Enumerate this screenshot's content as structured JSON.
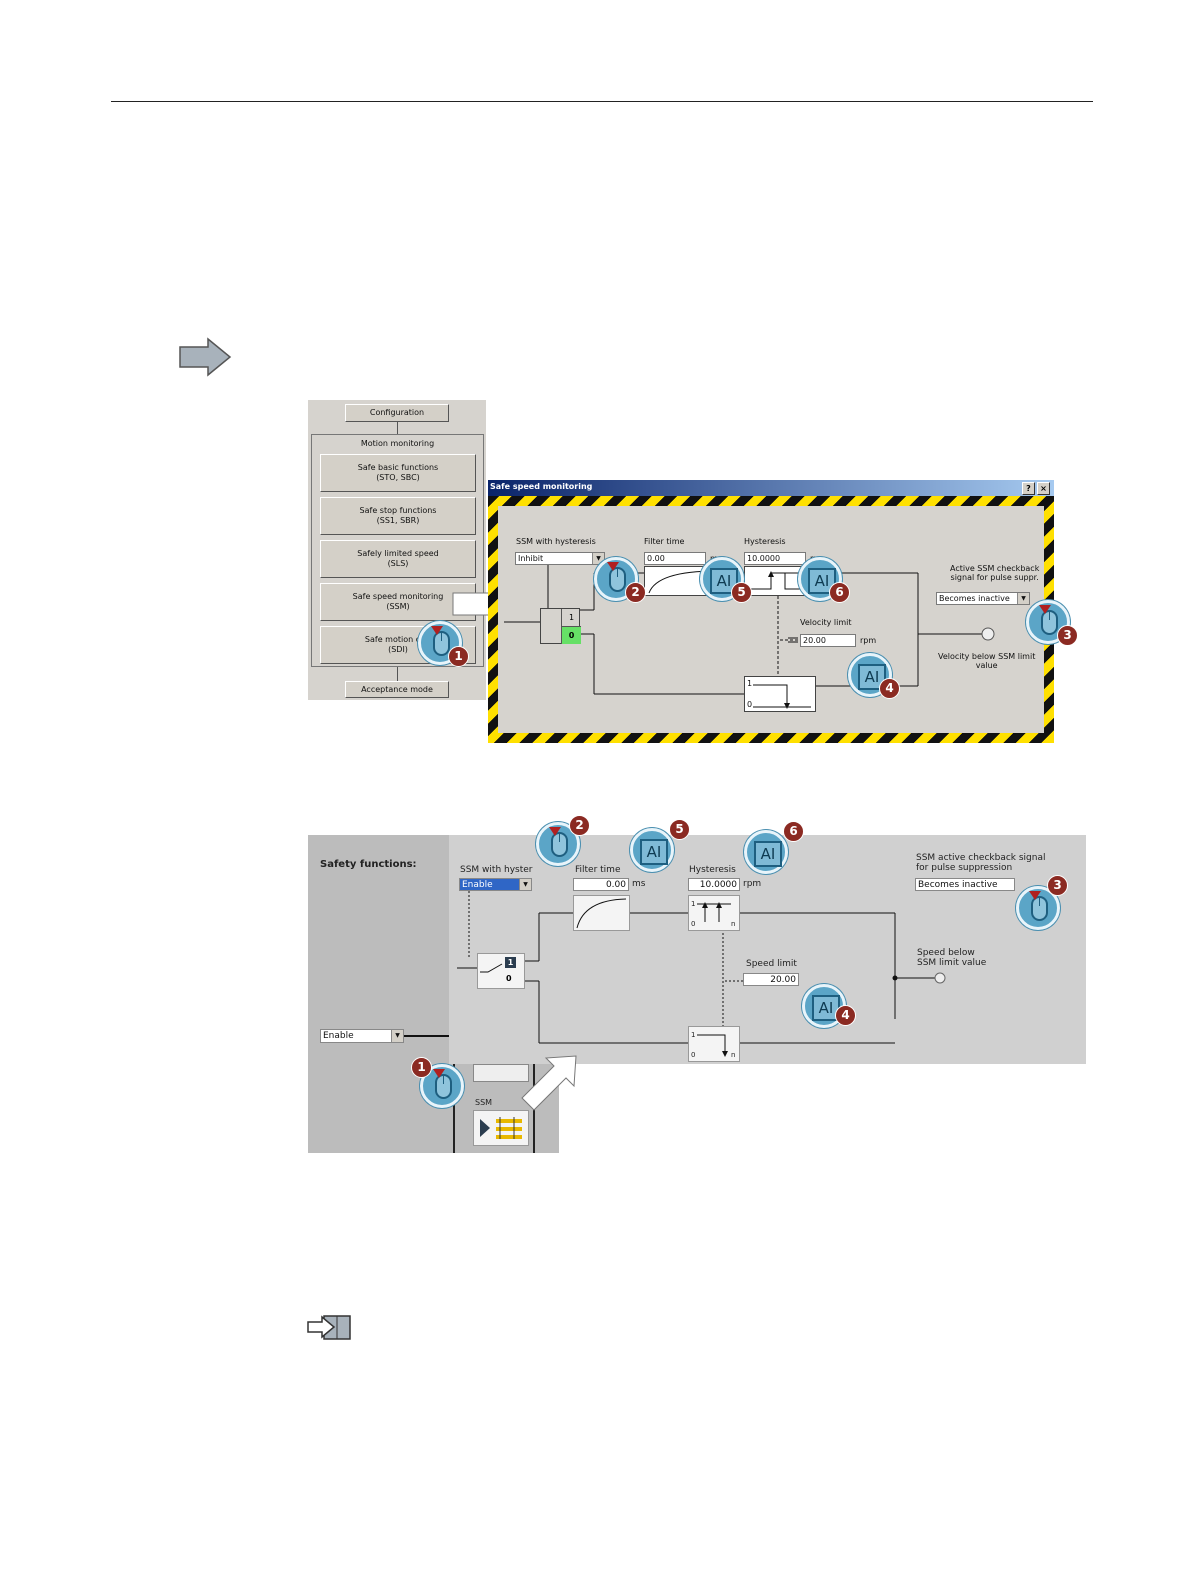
{
  "shot1": {
    "nav": {
      "configuration": "Configuration",
      "group_title": "Motion monitoring",
      "btn_basic_line1": "Safe basic functions",
      "btn_basic_line2": "(STO, SBC)",
      "btn_stop_line1": "Safe stop functions",
      "btn_stop_line2": "(SS1, SBR)",
      "btn_sls_line1": "Safely limited speed",
      "btn_sls_line2": "(SLS)",
      "btn_ssm_line1": "Safe speed monitoring",
      "btn_ssm_line2": "(SSM)",
      "btn_sdi_line1": "Safe motion dire",
      "btn_sdi_line2": "(SDI)",
      "acceptance": "Acceptance mode"
    },
    "dialog": {
      "title": "Safe speed monitoring",
      "help": "?",
      "close": "×",
      "ssm_hysteresis_label": "SSM with hysteresis",
      "ssm_hysteresis_value": "Inhibit",
      "filter_time_label": "Filter time",
      "filter_time_value": "0.00",
      "filter_time_unit": "ms",
      "hysteresis_label": "Hysteresis",
      "hysteresis_value": "10.0000",
      "hysteresis_unit": "rpm",
      "checkback_label_line1": "Active SSM checkback",
      "checkback_label_line2": "signal for pulse suppr.",
      "checkback_value": "Becomes inactive",
      "velocity_limit_label": "Velocity limit",
      "velocity_limit_value": "20.00",
      "velocity_limit_unit": "rpm",
      "below_label_line1": "Velocity below SSM limit",
      "below_label_line2": "value",
      "switch_1": "1",
      "switch_0": "0",
      "block_1": "1",
      "block_0": "0"
    },
    "callouts": {
      "c1": "1",
      "c2": "2",
      "c3": "3",
      "c4": "4",
      "c5": "5",
      "c6": "6"
    }
  },
  "shot2": {
    "safety_functions": "Safety functions:",
    "ssm_hysteresis_label": "SSM with hyster",
    "ssm_hysteresis_value": "Enable",
    "filter_time_label": "Filter time",
    "filter_time_value": "0.00",
    "filter_time_unit": "ms",
    "hysteresis_label": "Hysteresis",
    "hysteresis_value": "10.0000",
    "hysteresis_unit": "rpm",
    "checkback_label_line1": "SSM active checkback signal",
    "checkback_label_line2": "for pulse suppression",
    "checkback_value": "Becomes inactive",
    "speed_limit_label": "Speed limit",
    "speed_limit_value": "20.00",
    "below_label_line1": "Speed below",
    "below_label_line2": "SSM limit value",
    "left_dropdown_value": "Enable",
    "ssm_icon_label": "SSM",
    "switch_1": "1",
    "switch_0": "0",
    "block_1": "1",
    "block_0": "0",
    "block_n": "n",
    "callouts": {
      "c1": "1",
      "c2": "2",
      "c3": "3",
      "c4": "4",
      "c5": "5",
      "c6": "6"
    }
  },
  "ai_text": "AI",
  "colors": {
    "hazard_yellow": "#ffe000",
    "titlebar": "#0a246a",
    "callout_blue": "#5ba5c7",
    "callout_number": "#8b2a22",
    "selection_blue": "#2f66c6",
    "switch_green": "#66e066"
  }
}
